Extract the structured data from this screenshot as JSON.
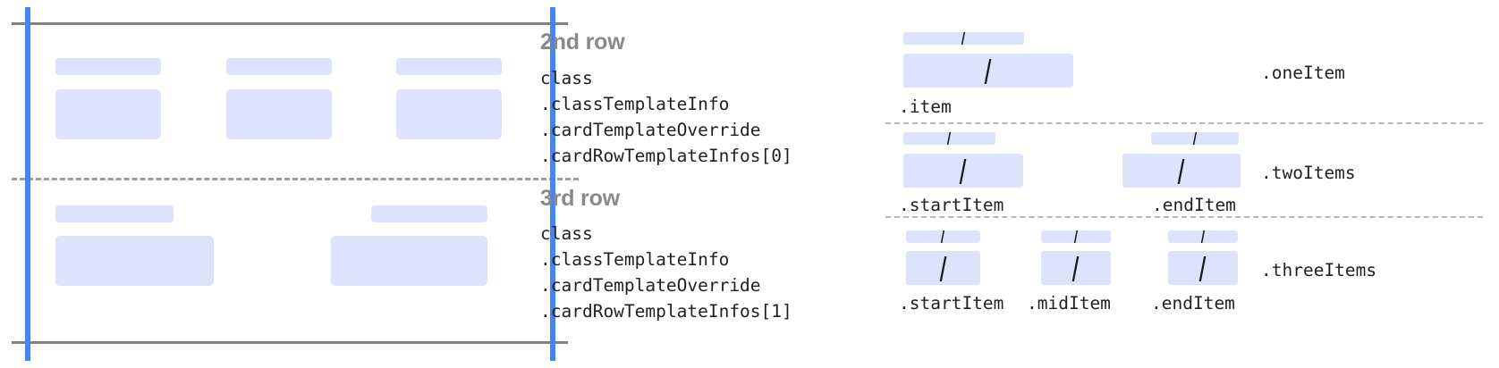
{
  "diagram": {
    "title_row2": "2nd row",
    "title_row3": "3rd row",
    "row2_code": "class\n.classTemplateInfo\n.cardTemplateOverride\n.cardRowTemplateInfos[0]",
    "row3_code": "class\n.classTemplateInfo\n.cardTemplateOverride\n.cardRowTemplateInfos[1]",
    "colors": {
      "placeholder_fill": "#dce3fa",
      "guide_blue": "#4285f4",
      "rule_gray": "#808285",
      "dashed_gray": "#9a9da1",
      "title_gray": "#86898e",
      "code_black": "#1f2023"
    },
    "row2_columns": 3,
    "row3_columns": 2
  },
  "variants": {
    "slash_glyph": "/",
    "groups": [
      {
        "name": "oneItem",
        "right_label": ".oneItem",
        "items": [
          {
            "label": ".item",
            "slash": "/"
          }
        ]
      },
      {
        "name": "twoItems",
        "right_label": ".twoItems",
        "items": [
          {
            "label": ".startItem",
            "slash": "/"
          },
          {
            "label": ".endItem",
            "slash": "/"
          }
        ]
      },
      {
        "name": "threeItems",
        "right_label": ".threeItems",
        "items": [
          {
            "label": ".startItem",
            "slash": "/"
          },
          {
            "label": ".midItem",
            "slash": "/"
          },
          {
            "label": ".endItem",
            "slash": "/"
          }
        ]
      }
    ]
  }
}
